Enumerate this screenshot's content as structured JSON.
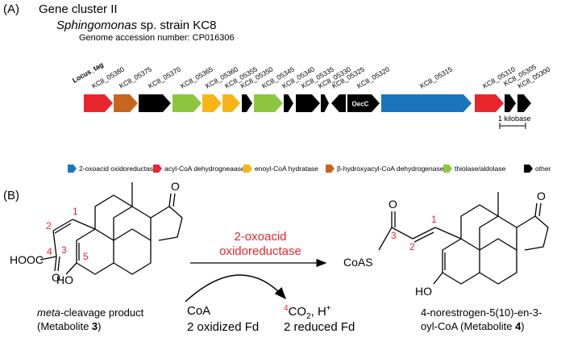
{
  "panel_a": {
    "label": "(A)",
    "title": "Gene cluster II",
    "organism_genus": "Sphingomonas",
    "organism_rest": " sp. strain KC8",
    "accession": "Genome accession number: CP016306",
    "locus_tag_header": "Locus_tag",
    "genes": [
      {
        "tag": "KC8_05380",
        "category": "acyl-CoA dehydrogenase",
        "color": "#e8262b",
        "direction": "right"
      },
      {
        "tag": "KC8_05375",
        "category": "β-hydroxyacyl-CoA dehydrogenase",
        "color": "#c8641e",
        "direction": "right"
      },
      {
        "tag": "KC8_05370",
        "category": "other",
        "color": "#000000",
        "direction": "right"
      },
      {
        "tag": "KC8_05365",
        "category": "thiolase/aldolase",
        "color": "#8cc63f",
        "direction": "right"
      },
      {
        "tag": "KC8_05360",
        "category": "enoyl-CoA hydratase",
        "color": "#f7b515",
        "direction": "right"
      },
      {
        "tag": "KC8_05355",
        "category": "enoyl-CoA hydratase",
        "color": "#f7b515",
        "direction": "right"
      },
      {
        "tag": "KC8_05350",
        "category": "other",
        "color": "#000000",
        "direction": "right"
      },
      {
        "tag": "KC8_05345",
        "category": "thiolase/aldolase",
        "color": "#8cc63f",
        "direction": "right"
      },
      {
        "tag": "KC8_05340",
        "category": "other",
        "color": "#000000",
        "direction": "right"
      },
      {
        "tag": "KC8_05335",
        "category": "other",
        "color": "#000000",
        "direction": "right"
      },
      {
        "tag": "KC8_05330",
        "category": "other",
        "color": "#000000",
        "direction": "right"
      },
      {
        "tag": "KC8_05325",
        "category": "other",
        "color": "#000000",
        "direction": "left"
      },
      {
        "tag": "KC8_05320",
        "category": "other",
        "color": "#000000",
        "direction": "right",
        "label": "OecC"
      },
      {
        "tag": "KC8_05315",
        "category": "2-oxoacid oxidoreductase",
        "color": "#1b75bc",
        "direction": "right"
      },
      {
        "tag": "KC8_05310",
        "category": "acyl-CoA dehydrogenase",
        "color": "#e8262b",
        "direction": "right"
      },
      {
        "tag": "KC8_05305",
        "category": "other",
        "color": "#000000",
        "direction": "right"
      },
      {
        "tag": "KC8_05300",
        "category": "other",
        "color": "#000000",
        "direction": "right"
      }
    ],
    "scale_label": "1 kilobase",
    "legend": [
      {
        "label": "2-oxoacid oxidoreductase",
        "color": "#1b75bc"
      },
      {
        "label": "acyl-CoA dehydrogneaase",
        "color": "#e8262b"
      },
      {
        "label": "enoyl-CoA hydratase",
        "color": "#f7b515"
      },
      {
        "label": "β-hydroxyacyl-CoA dehydrogenase",
        "color": "#c8641e"
      },
      {
        "label": "thiolase/aldolase",
        "color": "#8cc63f"
      },
      {
        "label": "other",
        "color": "#000000"
      }
    ]
  },
  "panel_b": {
    "label": "(B)",
    "enzyme_line1": "2-oxoacid",
    "enzyme_line2": "oxidoreductase",
    "cofactor_in": "CoA",
    "fd_in": "2 oxidized Fd",
    "co2_num": "4",
    "co2_rest": "CO",
    "co2_sub": "2",
    "co2_tail": ", H",
    "co2_sup": "+",
    "fd_out": "2 reduced Fd",
    "substrate_name_italic": "meta",
    "substrate_name_rest": "-cleavage product",
    "substrate_metabolite_prefix": "(Metabolite ",
    "substrate_metabolite_num": "3",
    "substrate_metabolite_suffix": ")",
    "product_name": "4-norestrogen-5(10)-en-3-",
    "product_metabolite_prefix": "oyl-CoA (Metabolite ",
    "product_metabolite_num": "4",
    "product_metabolite_suffix": ")",
    "left_atoms": {
      "hooc": "HOOC",
      "ho": "HO",
      "o_ketone": "O",
      "o_acid": "O",
      "n1": "1",
      "n2": "2",
      "n3": "3",
      "n4": "4",
      "n5": "5"
    },
    "right_atoms": {
      "coas": "CoAS",
      "ho": "HO",
      "o_ketone": "O",
      "o_thio": "O",
      "n1": "1",
      "n2": "2",
      "n3": "3"
    }
  }
}
